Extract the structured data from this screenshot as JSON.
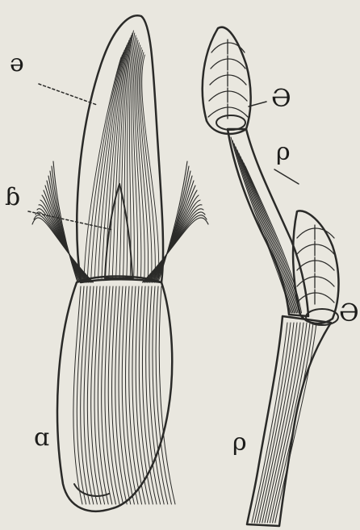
{
  "figure": {
    "labels": {
      "bud_inner_upper": "ə",
      "bud_inner_mid": "ɓ",
      "bud_base": "ɑ",
      "twig_bud_top": "Ə",
      "twig_stem_top": "ρ",
      "twig_bud_side": "Ə",
      "twig_stem_bottom": "ρ"
    },
    "colors": {
      "paper": "#e9e7df",
      "ink": "#2a2a28"
    }
  }
}
